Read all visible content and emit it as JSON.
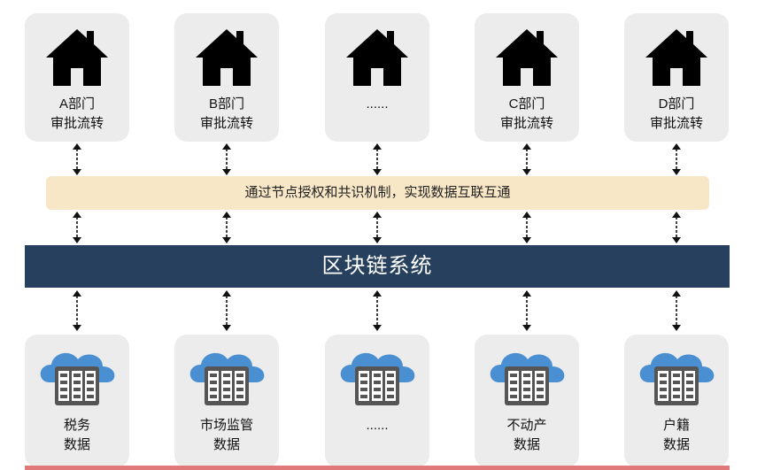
{
  "departments": [
    {
      "line1": "A部门",
      "line2": "审批流转"
    },
    {
      "line1": "B部门",
      "line2": "审批流转"
    },
    {
      "line1": "",
      "line2": "......"
    },
    {
      "line1": "C部门",
      "line2": "审批流转"
    },
    {
      "line1": "D部门",
      "line2": "审批流转"
    }
  ],
  "banner_text": "通过节点授权和共识机制，实现数据互联互通",
  "chain_title": "区块链系统",
  "data_sources": [
    {
      "line1": "税务",
      "line2": "数据"
    },
    {
      "line1": "市场监管",
      "line2": "数据"
    },
    {
      "line1": "",
      "line2": "......"
    },
    {
      "line1": "不动产",
      "line2": "数据"
    },
    {
      "line1": "户籍",
      "line2": "数据"
    }
  ],
  "colors": {
    "card_bg": "#ececec",
    "banner_bg": "#f8e7c6",
    "chain_bg": "#26405e",
    "cloud": "#4a8fd1",
    "server": "#555555",
    "accent_strip": "#e07a7a"
  },
  "icons": {
    "top": "house-icon",
    "bottom": "cloud-server-icon"
  }
}
